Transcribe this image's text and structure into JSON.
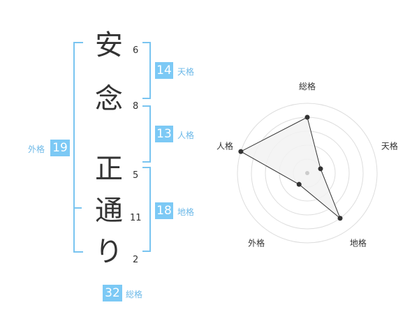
{
  "name": {
    "chars": [
      {
        "char": "安",
        "strokes": "6"
      },
      {
        "char": "念",
        "strokes": "8"
      },
      {
        "char": "正",
        "strokes": "5"
      },
      {
        "char": "通",
        "strokes": "11"
      },
      {
        "char": "り",
        "strokes": "2"
      }
    ]
  },
  "kakusu": {
    "ten": {
      "value": "14",
      "label": "天格"
    },
    "jin": {
      "value": "13",
      "label": "人格"
    },
    "chi": {
      "value": "18",
      "label": "地格"
    },
    "gai": {
      "value": "19",
      "label": "外格"
    },
    "so": {
      "value": "32",
      "label": "総格"
    }
  },
  "chart_data": {
    "type": "radar",
    "axes": [
      "総格",
      "天格",
      "地格",
      "外格",
      "人格"
    ],
    "values": [
      4,
      1,
      4,
      1,
      5
    ],
    "max": 5,
    "rings": 5,
    "colors": {
      "fill": "#f2f2f2",
      "stroke": "#333333",
      "grid": "#dddddd",
      "point": "#333333",
      "center": "#cccccc"
    }
  }
}
